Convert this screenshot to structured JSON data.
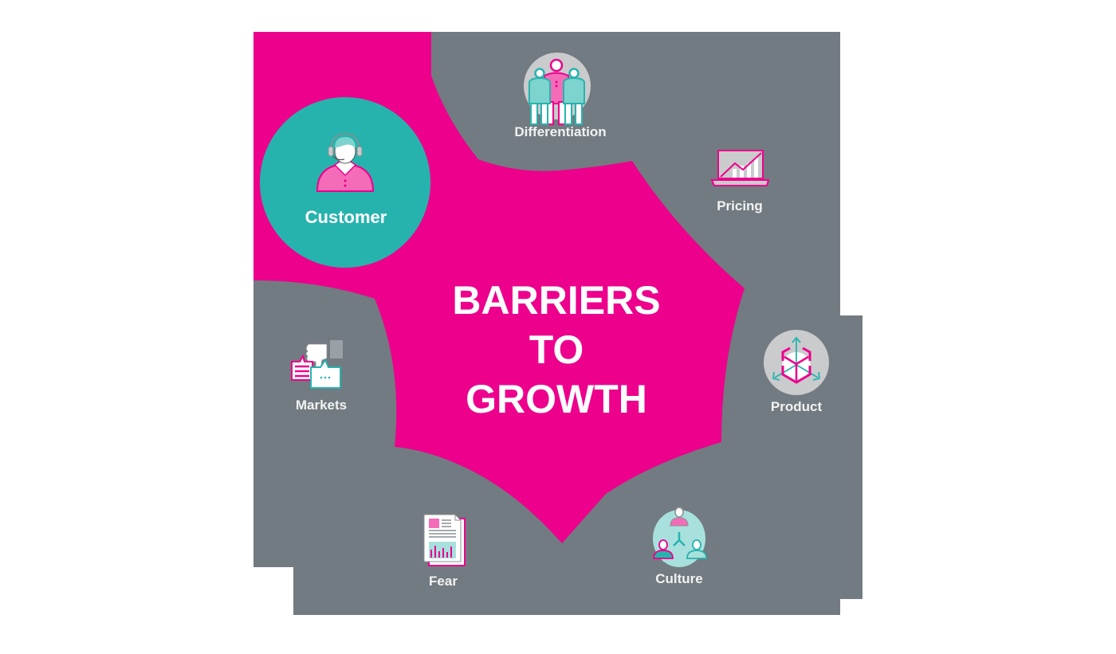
{
  "title": {
    "line1": "BARRIERS",
    "line2": "TO",
    "line3": "GROWTH"
  },
  "colors": {
    "magenta": "#EC008C",
    "gray": "#727B81",
    "teal": "#27B3AD",
    "light_teal": "#7DD3CE",
    "pale_teal": "#A8E0DD",
    "pink": "#F46CB8",
    "light_gray": "#C9CBCD",
    "white": "#FFFFFF"
  },
  "items": [
    {
      "id": "customer",
      "label": "Customer",
      "icon": "customer-service-headset-icon",
      "highlighted": true
    },
    {
      "id": "differentiation",
      "label": "Differentiation",
      "icon": "group-of-people-icon",
      "highlighted": false
    },
    {
      "id": "pricing",
      "label": "Pricing",
      "icon": "laptop-chart-icon",
      "highlighted": false
    },
    {
      "id": "product",
      "label": "Product",
      "icon": "3d-box-arrows-icon",
      "highlighted": false
    },
    {
      "id": "culture",
      "label": "Culture",
      "icon": "team-network-icon",
      "highlighted": false
    },
    {
      "id": "fear",
      "label": "Fear",
      "icon": "document-report-icon",
      "highlighted": false
    },
    {
      "id": "markets",
      "label": "Markets",
      "icon": "thumbs-down-feedback-icon",
      "highlighted": false
    }
  ]
}
